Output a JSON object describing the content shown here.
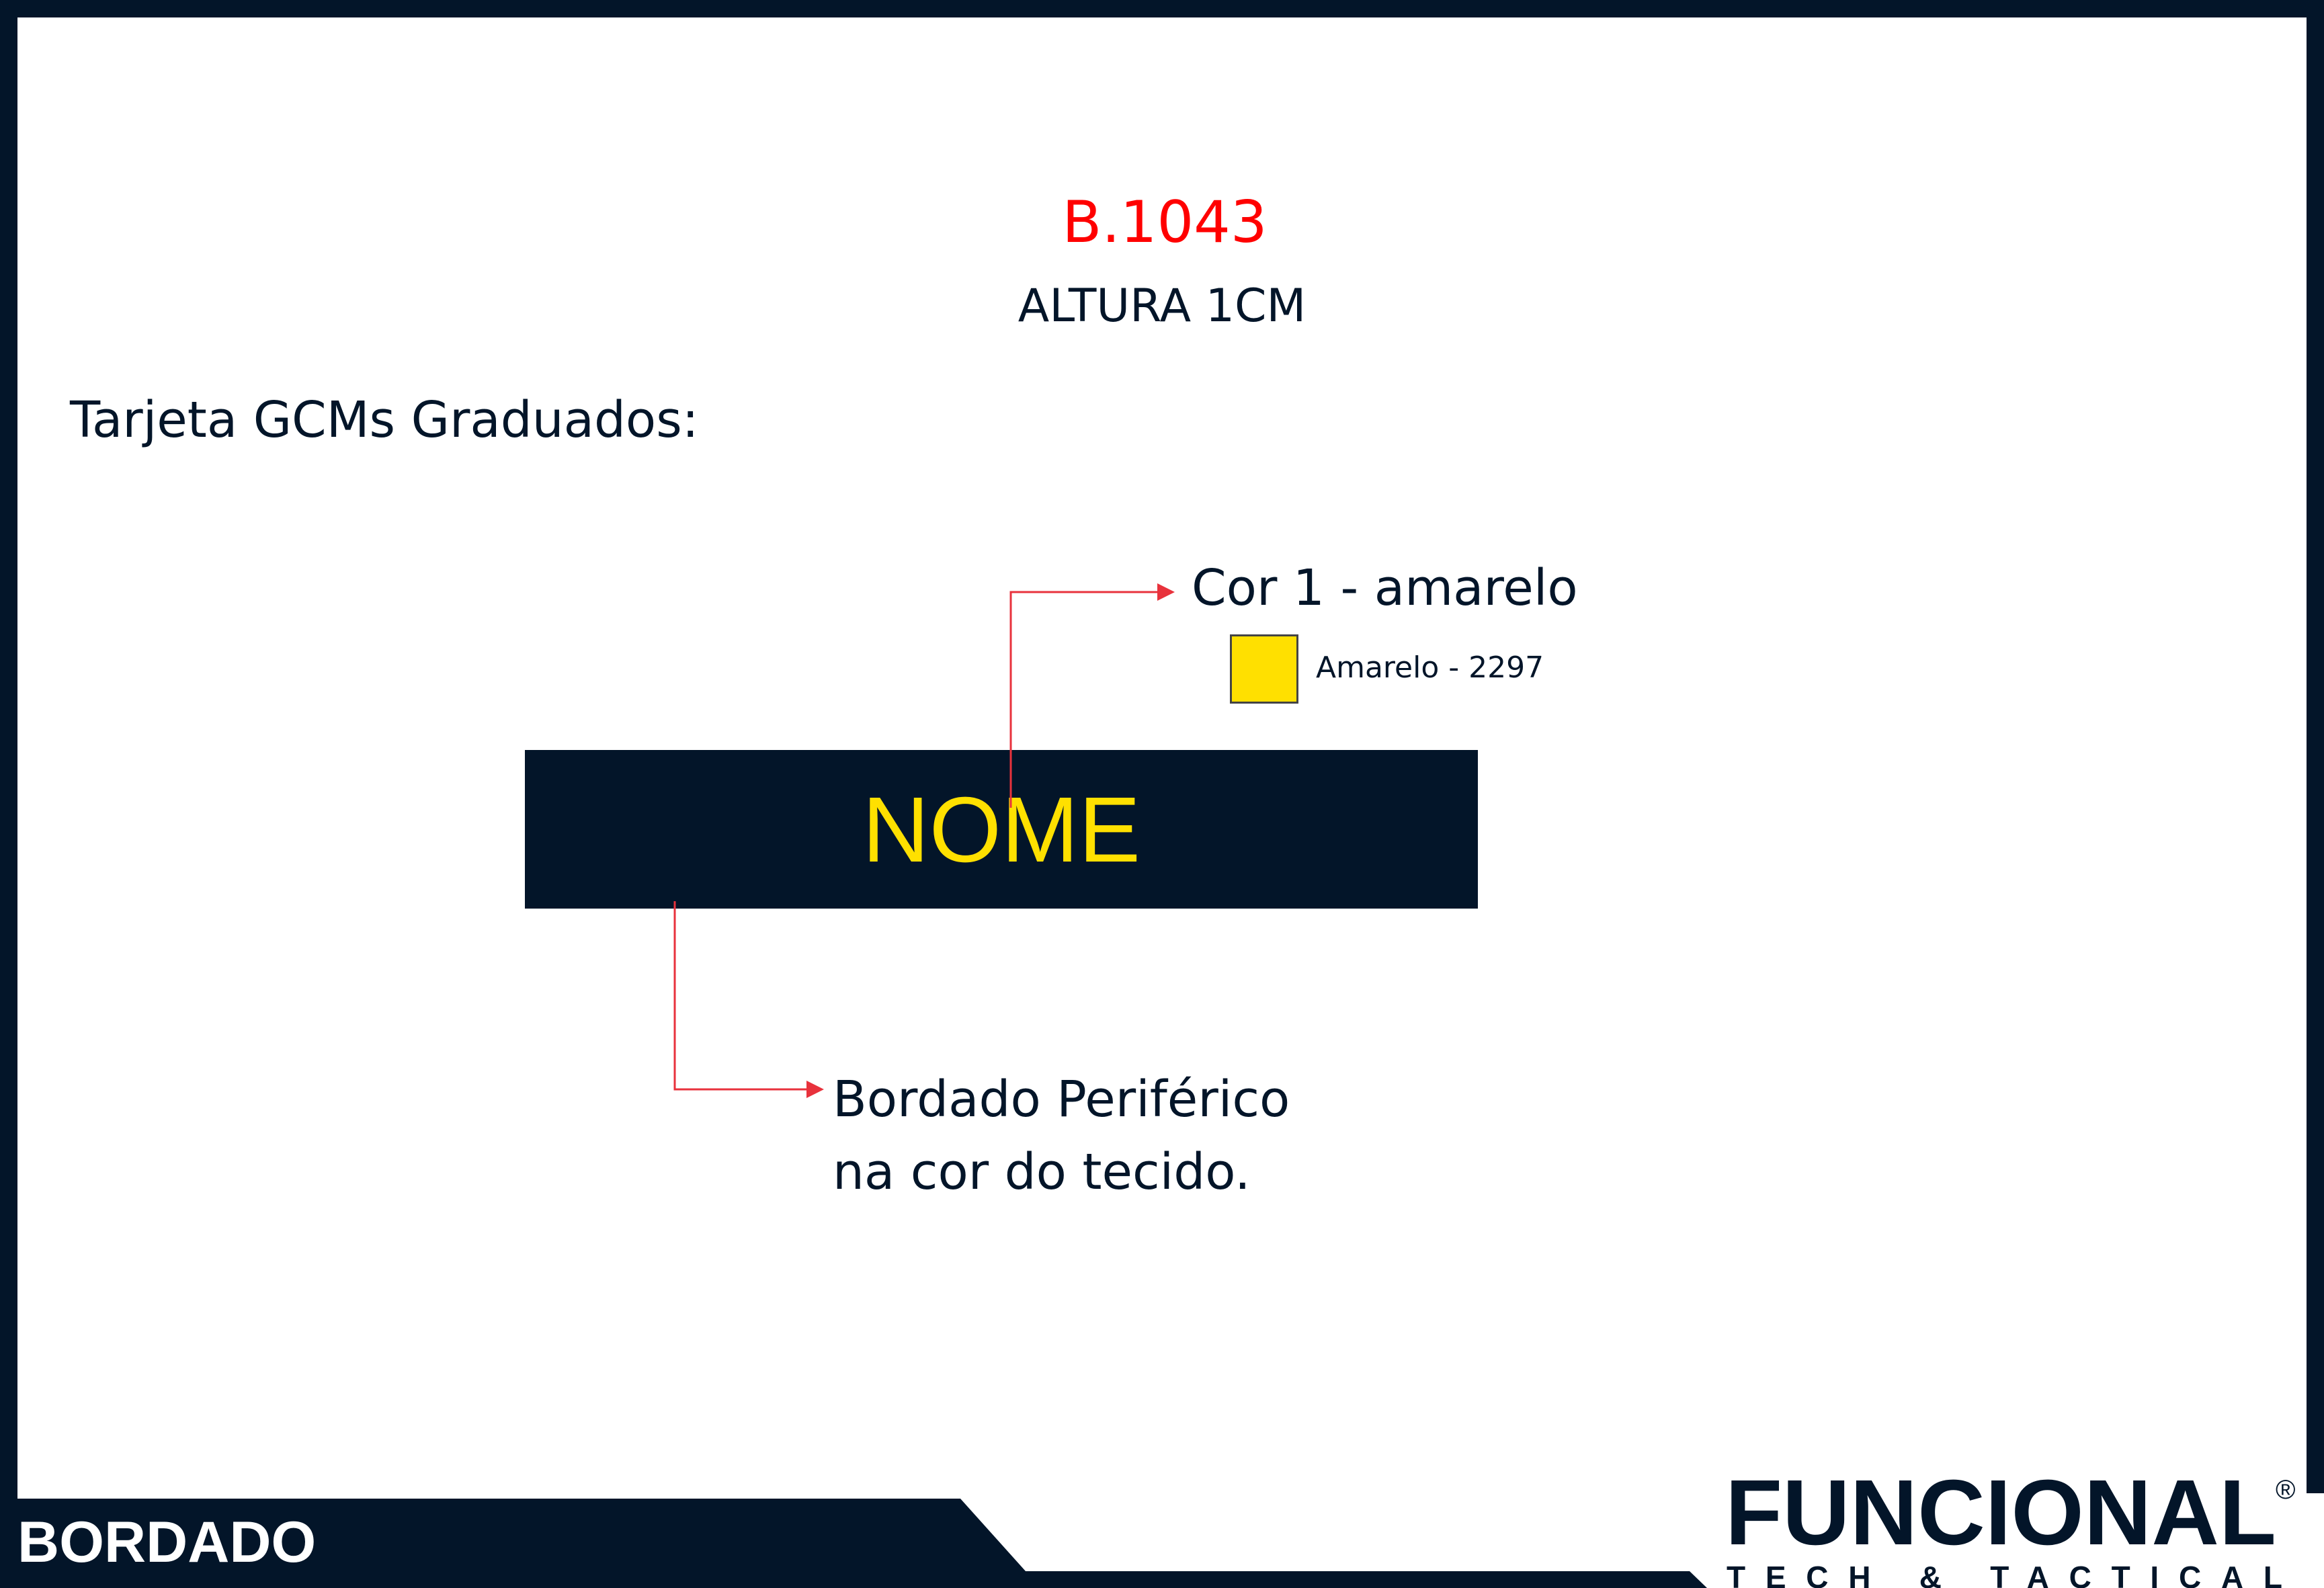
{
  "title": "B.1043",
  "subtitle": "ALTURA 1CM",
  "heading": "Tarjeta GCMs Graduados:",
  "color_callout": {
    "label": "Cor 1 - amarelo",
    "swatch_label": "Amarelo - 2297",
    "swatch_color": "#ffe000"
  },
  "nametag": {
    "text": "NOME",
    "background_color": "#031529",
    "text_color": "#ffe000"
  },
  "border_callout": {
    "line1": "Bordado Periférico",
    "line2": "na cor do tecido."
  },
  "footer": {
    "section_label": "BORDADO",
    "brand": "FUNCIONAL",
    "brand_tagline": "TECH & TACTICAL",
    "registered_mark": "®"
  },
  "colors": {
    "dark": "#031529",
    "accent_red": "#ff0000",
    "arrow_red": "#e8323c"
  }
}
